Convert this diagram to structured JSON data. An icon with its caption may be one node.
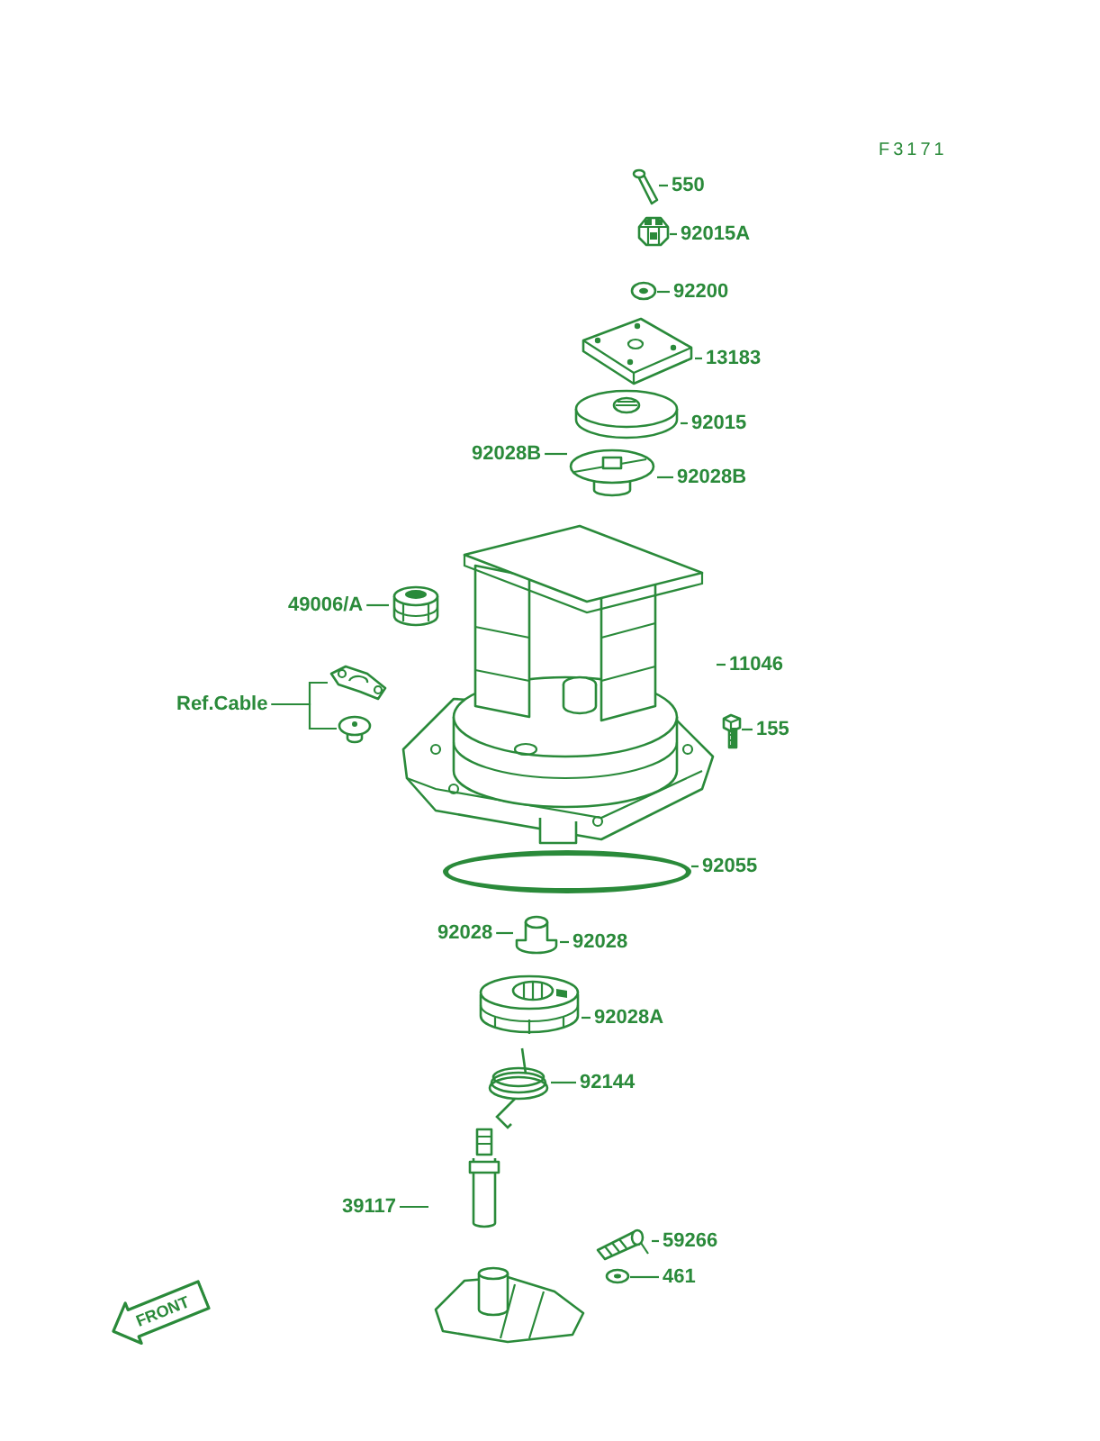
{
  "diagram": {
    "nodes": [
      {
        "text": [
          "550"
        ]
      },
      {
        "text": [],
        "shape": "picture"
      },
      {
        "text": [
          "92015A"
        ]
      },
      {
        "text": [],
        "shape": "picture"
      },
      {
        "text": [
          "92200"
        ]
      },
      {
        "text": [],
        "shape": "picture"
      },
      {
        "text": [
          "13183"
        ]
      },
      {
        "text": [],
        "shape": "picture"
      },
      {
        "text": [
          "92015"
        ]
      },
      {
        "text": [],
        "shape": "picture"
      },
      {
        "text": [
          "92028B"
        ]
      },
      {
        "text": [],
        "shape": "picture"
      },
      {
        "text": [
          "92028B"
        ]
      },
      {
        "text": [
          "49006/A"
        ]
      },
      {
        "text": [],
        "shape": "picture"
      },
      {
        "text": [
          "11046"
        ]
      },
      {
        "text": [],
        "shape": "picture"
      },
      {
        "text": [
          "Ref.Cable"
        ]
      },
      {
        "text": [],
        "shape": "picture"
      },
      {
        "text": [],
        "shape": "picture"
      },
      {
        "text": [
          "155"
        ]
      },
      {
        "text": [],
        "shape": "picture"
      },
      {
        "text": [
          "92055"
        ]
      },
      {
        "text": [],
        "shape": "circle"
      },
      {
        "text": [
          "92028"
        ]
      },
      {
        "text": [],
        "shape": "picture"
      },
      {
        "text": [
          "92028"
        ]
      },
      {
        "text": [
          "92028A"
        ]
      },
      {
        "text": [],
        "shape": "picture"
      },
      {
        "text": [
          "92144"
        ]
      },
      {
        "text": [],
        "shape": "picture"
      },
      {
        "text": [
          "39117"
        ]
      },
      {
        "text": [],
        "shape": "picture"
      },
      {
        "text": [
          "59266"
        ]
      },
      {
        "text": [],
        "shape": "picture"
      },
      {
        "text": [
          "461"
        ]
      },
      {
        "text": [],
        "shape": "picture"
      },
      {
        "text": [
          "FRONT"
        ]
      }
    ],
    "edges": [
      {
        "from": 0,
        "to": 1,
        "arrow": "none"
      },
      {
        "from": 2,
        "to": 3,
        "arrow": "none"
      },
      {
        "from": 4,
        "to": 5,
        "arrow": "none"
      },
      {
        "from": 6,
        "to": 7,
        "arrow": "none"
      },
      {
        "from": 8,
        "to": 9,
        "arrow": "none"
      },
      {
        "from": 10,
        "to": 11,
        "arrow": "none"
      },
      {
        "from": 12,
        "to": 11,
        "arrow": "none"
      },
      {
        "from": 13,
        "to": 14,
        "arrow": "none"
      },
      {
        "from": 15,
        "to": 16,
        "arrow": "none"
      },
      {
        "from": 17,
        "to": 18,
        "arrow": "none"
      },
      {
        "from": 17,
        "to": 19,
        "arrow": "none"
      },
      {
        "from": 20,
        "to": 21,
        "arrow": "none"
      },
      {
        "from": 22,
        "to": 23,
        "arrow": "none"
      },
      {
        "from": 24,
        "to": 25,
        "arrow": "none"
      },
      {
        "from": 26,
        "to": 25,
        "arrow": "none"
      },
      {
        "from": 27,
        "to": 28,
        "arrow": "none"
      },
      {
        "from": 29,
        "to": 30,
        "arrow": "none"
      },
      {
        "from": 31,
        "to": 32,
        "arrow": "none"
      },
      {
        "from": 33,
        "to": 34,
        "arrow": "none"
      },
      {
        "from": 35,
        "to": 36,
        "arrow": "none"
      }
    ],
    "labels": [
      "F3171"
    ]
  }
}
